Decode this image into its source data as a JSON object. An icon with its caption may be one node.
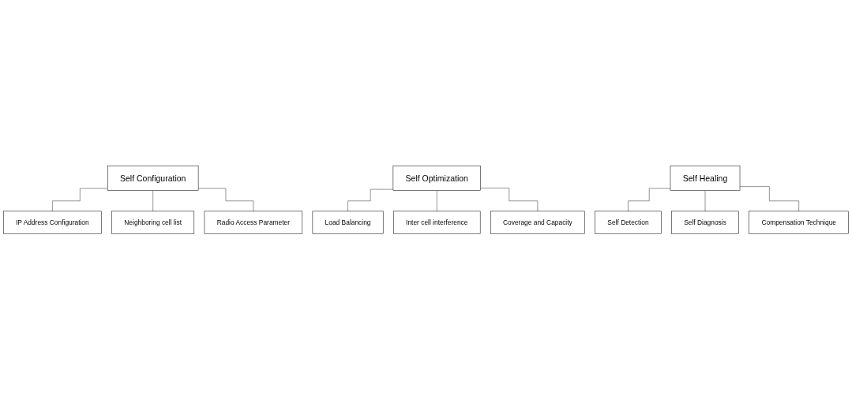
{
  "diagram": {
    "nodes": [
      {
        "text": [
          "Self Configuration"
        ]
      },
      {
        "text": [
          "IP Address Configuration"
        ]
      },
      {
        "text": [
          "Neighboring cell list"
        ]
      },
      {
        "text": [
          "Radio Access Parameter"
        ]
      },
      {
        "text": [
          "Self Optimization"
        ]
      },
      {
        "text": [
          "Load Balancing"
        ]
      },
      {
        "text": [
          "Inter cell interference"
        ]
      },
      {
        "text": [
          "Coverage and Capacity"
        ]
      },
      {
        "text": [
          "Self Healing"
        ]
      },
      {
        "text": [
          "Self Detection"
        ]
      },
      {
        "text": [
          "Self Diagnosis"
        ]
      },
      {
        "text": [
          "Compensation Technique"
        ]
      }
    ],
    "edges": [
      {
        "from": 0,
        "to": 1,
        "arrow": "none"
      },
      {
        "from": 0,
        "to": 2,
        "arrow": "none"
      },
      {
        "from": 0,
        "to": 3,
        "arrow": "none"
      },
      {
        "from": 4,
        "to": 5,
        "arrow": "none"
      },
      {
        "from": 4,
        "to": 6,
        "arrow": "none"
      },
      {
        "from": 4,
        "to": 7,
        "arrow": "none"
      },
      {
        "from": 8,
        "to": 9,
        "arrow": "none"
      },
      {
        "from": 8,
        "to": 10,
        "arrow": "none"
      },
      {
        "from": 8,
        "to": 11,
        "arrow": "none"
      }
    ]
  }
}
